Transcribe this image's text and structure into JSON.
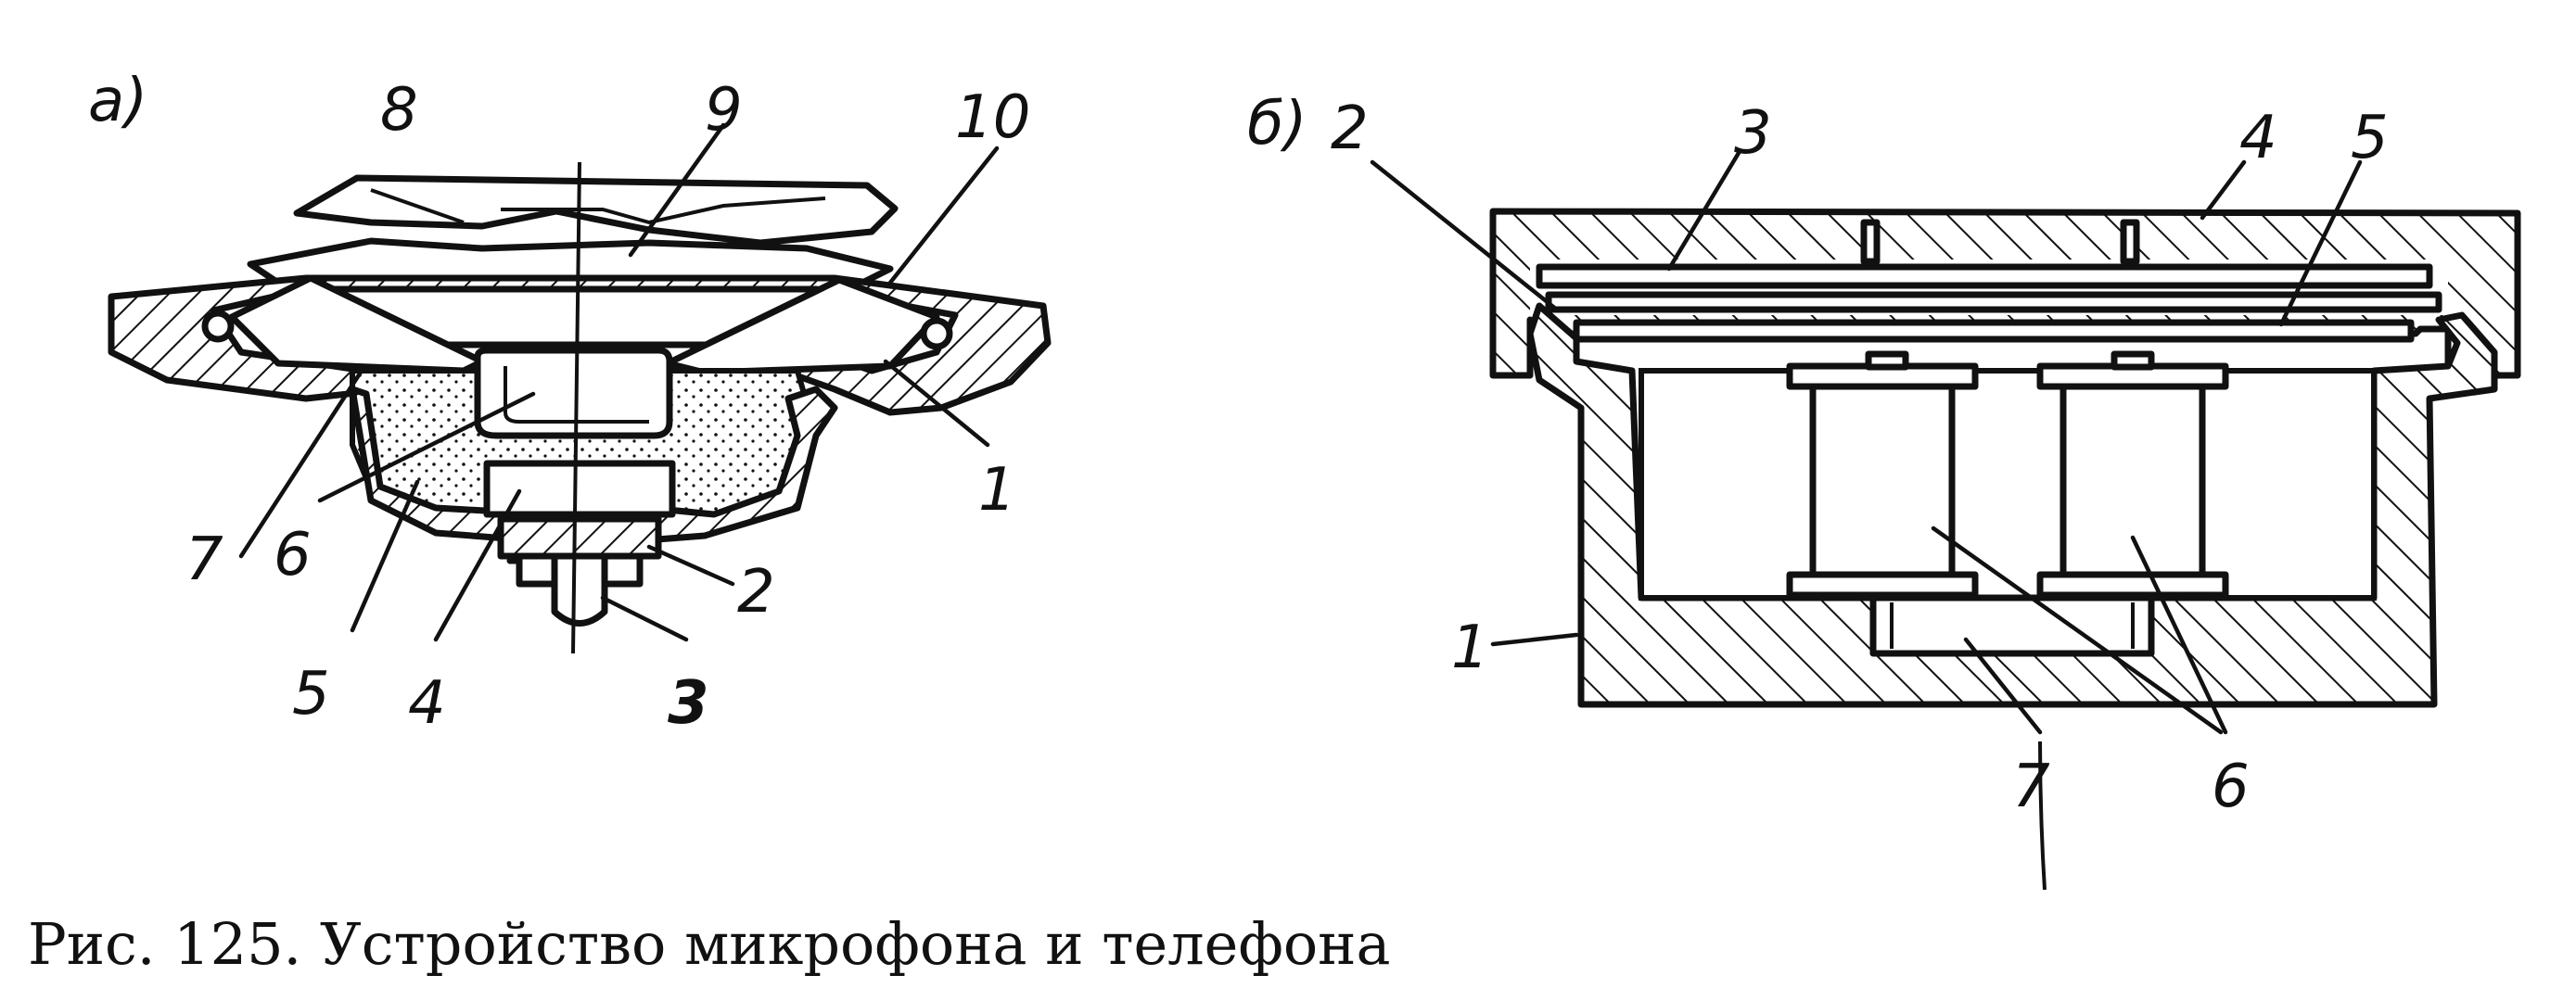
{
  "figure": {
    "caption": "Рис. 125. Устройство микрофона и телефона",
    "panel_a": {
      "tag": "а)",
      "labels": [
        "8",
        "9",
        "10",
        "1",
        "2",
        "3",
        "4",
        "5",
        "6",
        "7"
      ]
    },
    "panel_b": {
      "tag": "б)",
      "labels": [
        "2",
        "3",
        "4",
        "5",
        "1",
        "6",
        "7"
      ]
    }
  },
  "colors": {
    "ink": "#111111",
    "paper": "#ffffff"
  }
}
